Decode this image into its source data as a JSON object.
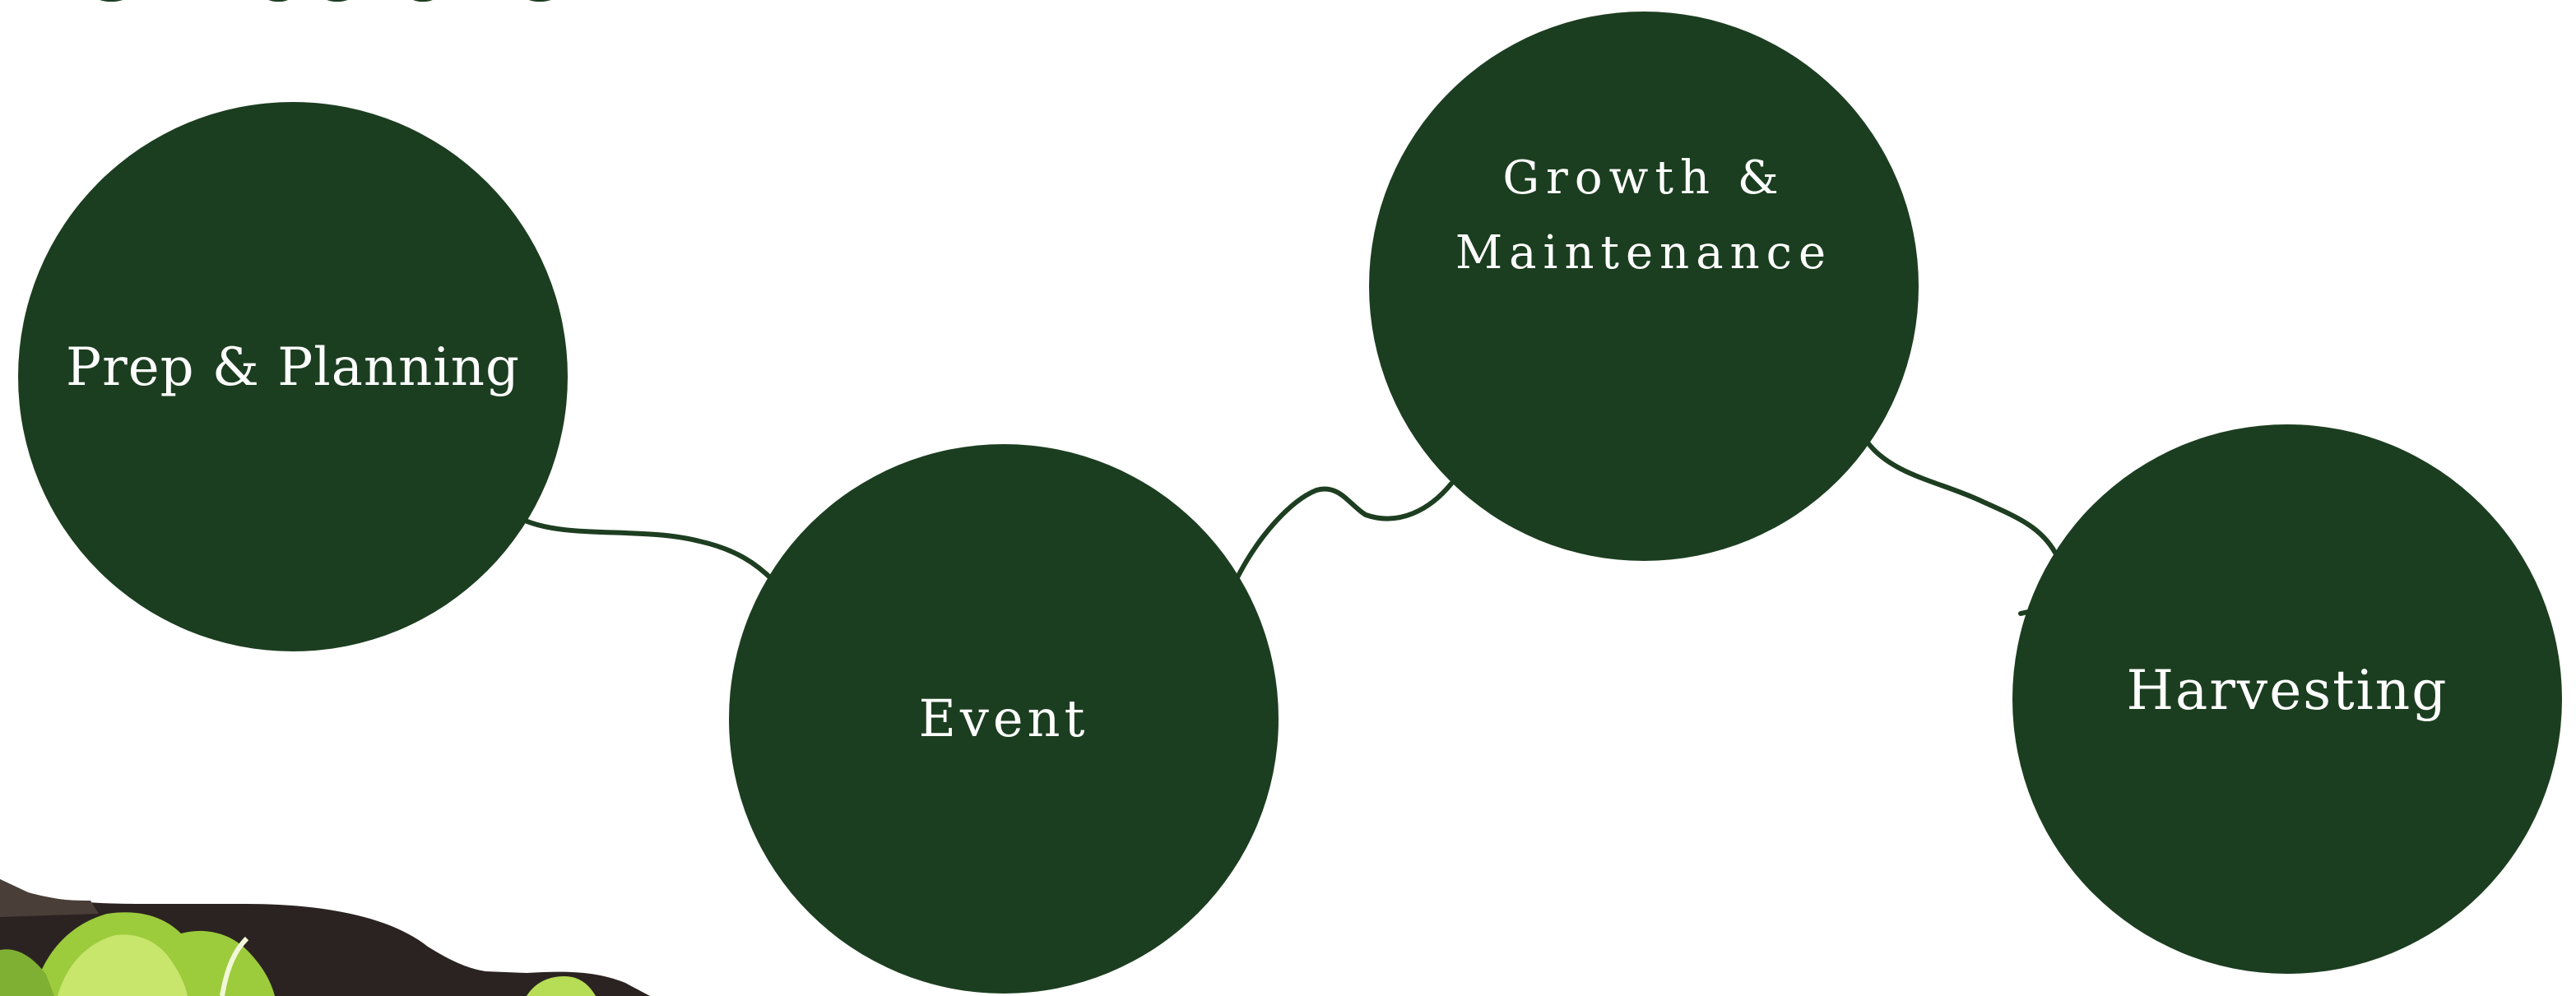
{
  "heading": {
    "text": "nentation"
  },
  "stages": {
    "prep": "Prep & Planning",
    "event": "Event",
    "growth": "Growth & Maintenance",
    "harvest": "Harvesting"
  },
  "colors": {
    "circle_fill": "#1c3e20",
    "connector": "#1d3e20",
    "heading": "#1d3e20",
    "label": "#ffffff",
    "background": "#ffffff"
  },
  "decor": {
    "photo": "garden-plant-photo"
  }
}
